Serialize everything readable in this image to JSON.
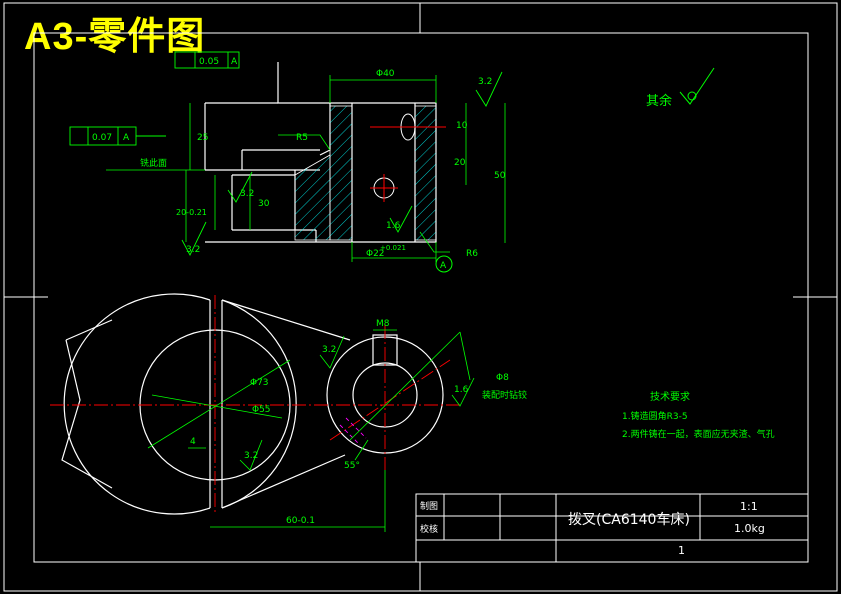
{
  "sheet_title": "A3-零件图",
  "colors": {
    "line": "#ffffff",
    "dim": "#00ff00",
    "center": "#ff0000",
    "hatch": "#00ffff",
    "title": "#ffff00",
    "hidden": "#ff00ff"
  },
  "front_view": {
    "dim_top_width": "Φ40",
    "roughness_top": "3.2",
    "flatness_tol": "0.05",
    "flatness_datum": "A",
    "perp_tol": "0.07",
    "perp_datum": "A",
    "label_ref_face": "铣此面",
    "dim_r5": "R5",
    "dim_25": "25",
    "dim_10": "10",
    "dim_20": "20",
    "dim_50": "50",
    "dim_30": "30",
    "dim_slot": "20-0.21",
    "roughness_slot": "3.2",
    "roughness_left": "3.2",
    "roughness_bore": "1.6",
    "dim_bore": "Φ22",
    "dim_bore_tol": "+0.021",
    "datum_a": "A",
    "dim_r6": "R6"
  },
  "top_view": {
    "dim_m8": "M8",
    "roughness_1": "3.2",
    "roughness_2": "3.2",
    "roughness_3": "1.6",
    "dim_phi73": "Φ73",
    "dim_phi55": "Φ55",
    "dim_phi8": "Φ8",
    "note_ream": "装配时钻铰",
    "dim_4": "4",
    "dim_angle": "55°",
    "dim_60": "60-0.1"
  },
  "surface_rest": "其余",
  "tech_req": {
    "heading": "技术要求",
    "item1": "1.铸造圆角R3-5",
    "item2": "2.两件铸在一起，表面应无夹渣、气孔"
  },
  "title_block": {
    "drawn_by_label": "制图",
    "checked_by_label": "校核",
    "part_name": "拨叉(CA6140车床)",
    "scale": "1:1",
    "weight": "1.0kg",
    "sheet_no": "1"
  }
}
